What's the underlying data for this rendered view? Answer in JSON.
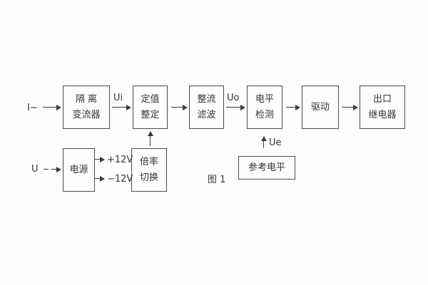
{
  "diagram": {
    "caption": "图 1",
    "boxes": {
      "isolation_transformer": {
        "line1": "隔 离",
        "line2": "变流器"
      },
      "setting_adjust": {
        "line1": "定值",
        "line2": "整定"
      },
      "rectify_filter": {
        "line1": "整流",
        "line2": "滤波"
      },
      "level_detect": {
        "line1": "电平",
        "line2": "检测"
      },
      "drive": {
        "line1": "驱动"
      },
      "output_relay": {
        "line1": "出口",
        "line2": "继电器"
      },
      "power_supply": {
        "line1": "电源"
      },
      "ratio_switch": {
        "line1": "倍率",
        "line2": "切换"
      },
      "reference_level": {
        "line1": "参考电平"
      }
    },
    "labels": {
      "input_current": "I~",
      "ui": "Ui",
      "uo": "Uo",
      "ue": "Ue",
      "input_voltage": "U",
      "plus_12v": "+12V",
      "minus_12v": "−12V"
    },
    "colors": {
      "line": "#3a3a3a",
      "text": "#353535",
      "background": "#fdfdfd"
    }
  }
}
